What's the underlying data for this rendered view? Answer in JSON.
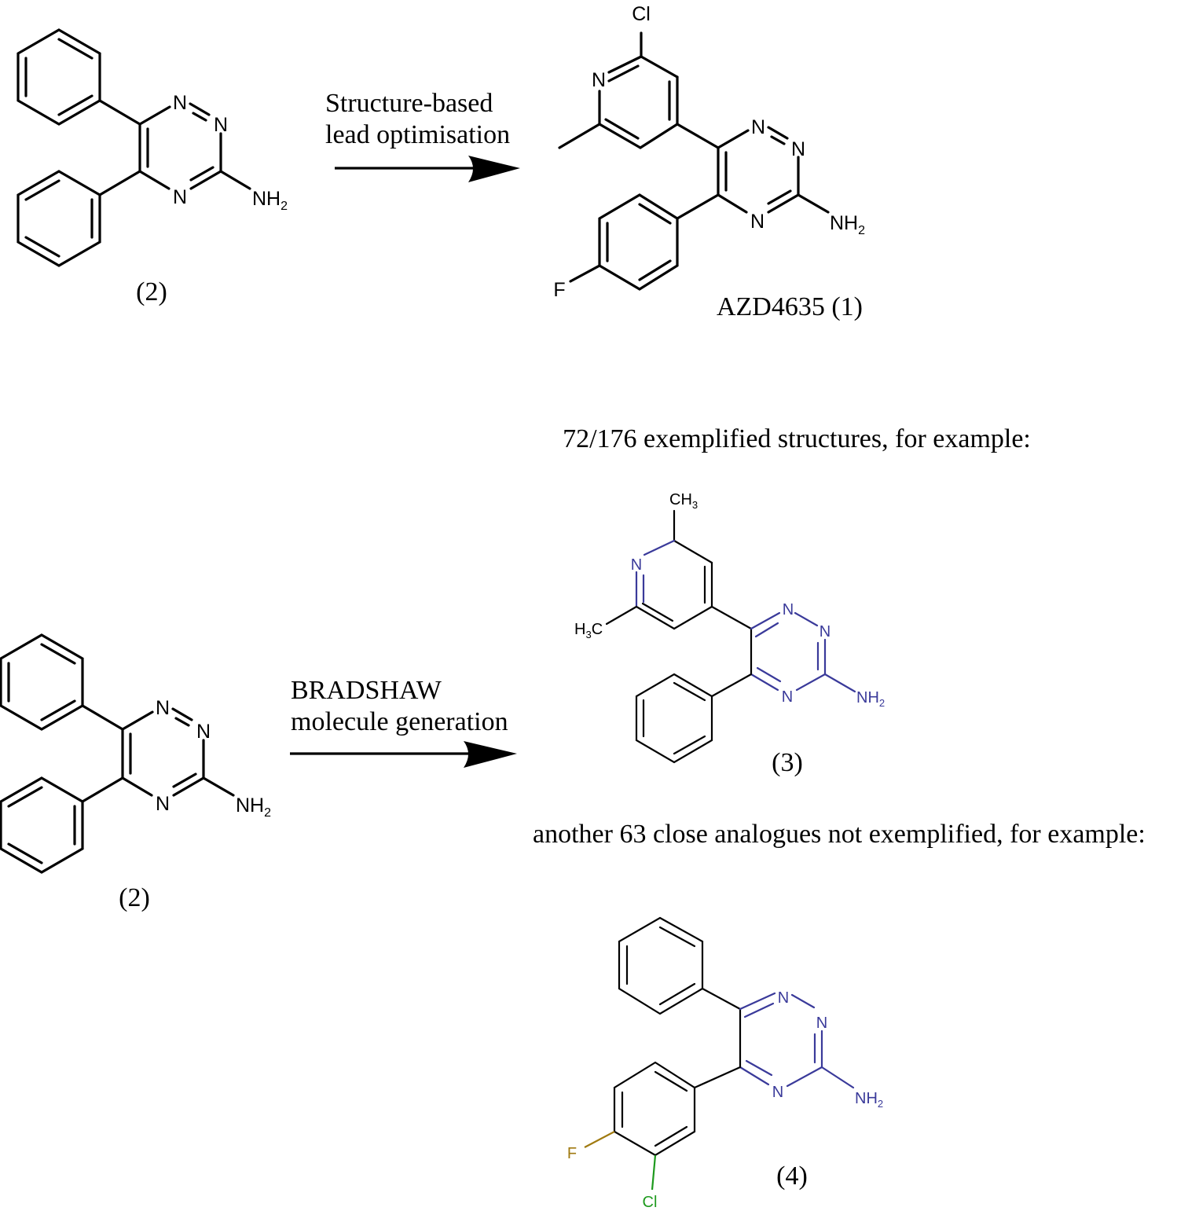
{
  "top_scheme": {
    "reactant_label": "(2)",
    "arrow_text_line1": "Structure-based",
    "arrow_text_line2": "lead optimisation",
    "product_label": "AZD4635 (1)"
  },
  "bottom_scheme": {
    "reactant_label": "(2)",
    "arrow_text_line1": "BRADSHAW",
    "arrow_text_line2": "molecule generation",
    "exemplified_note": "72/176 exemplified structures, for example:",
    "example_3_label": "(3)",
    "analogues_note": "another 63 close analogues not exemplified, for example:",
    "example_4_label": "(4)"
  },
  "atoms": {
    "N": "N",
    "NH": "NH",
    "sub2": "2",
    "sub3": "3",
    "Cl": "Cl",
    "F": "F",
    "CH": "CH",
    "H": "H",
    "C": "C"
  },
  "colors": {
    "black": "#000000",
    "nitrogen_blue": "#3a3a9a",
    "fluorine": "#a07a10",
    "chlorine": "#1e9a1e"
  }
}
